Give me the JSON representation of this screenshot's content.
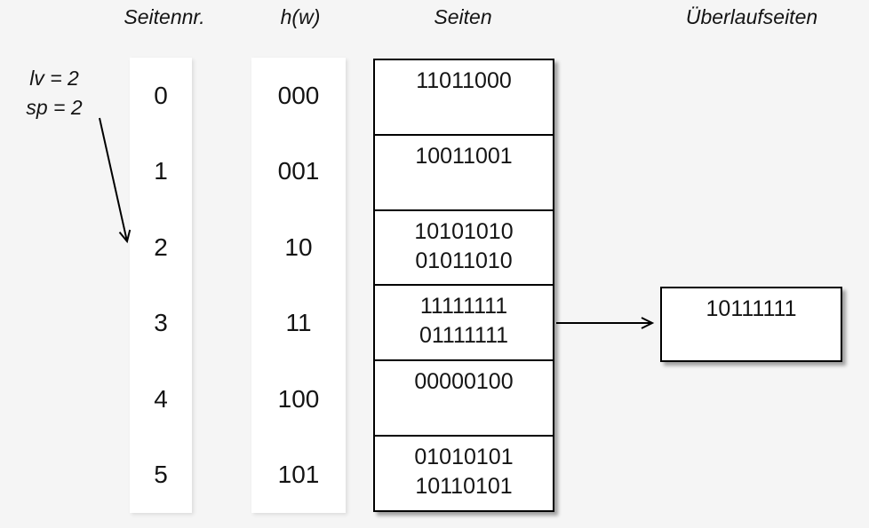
{
  "page": {
    "background_color": "#f5f5f5",
    "box_fill_color": "#ffffff",
    "border_color": "#000000",
    "text_color": "#141414"
  },
  "headers": {
    "seitennr": "Seitennr.",
    "hw": "h(w)",
    "seiten": "Seiten",
    "ueberlaufseiten": "Überlaufseiten"
  },
  "annotation": {
    "line1": "lv = 2",
    "line2": "sp = 2",
    "points_to_row": "2"
  },
  "rows": [
    {
      "seitennr": "0",
      "hw": "000",
      "entries": [
        "11011000"
      ]
    },
    {
      "seitennr": "1",
      "hw": "001",
      "entries": [
        "10011001"
      ]
    },
    {
      "seitennr": "2",
      "hw": "10",
      "entries": [
        "10101010",
        "01011010"
      ]
    },
    {
      "seitennr": "3",
      "hw": "11",
      "entries": [
        "11111111",
        "01111111"
      ],
      "has_overflow": true
    },
    {
      "seitennr": "4",
      "hw": "100",
      "entries": [
        "00000100"
      ]
    },
    {
      "seitennr": "5",
      "hw": "101",
      "entries": [
        "01010101",
        "10110101"
      ]
    }
  ],
  "overflow_page": {
    "entries": [
      "10111111"
    ],
    "linked_from_row": "3"
  }
}
